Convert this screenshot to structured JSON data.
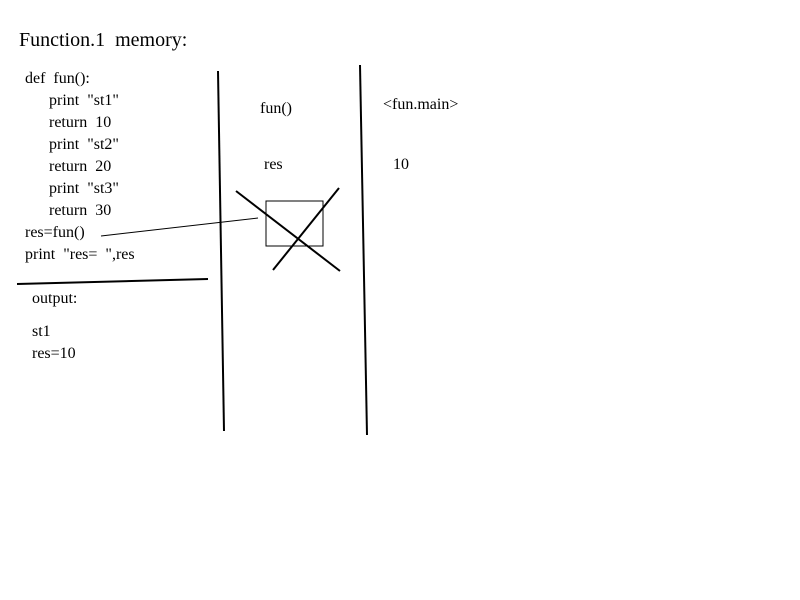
{
  "title": "Function.1  memory:",
  "code": {
    "lines": [
      "def  fun():",
      "      print  \"st1\"",
      "      return  10",
      "      print  \"st2\"",
      "      return  20",
      "      print  \"st3\"",
      "      return  30",
      "res=fun()",
      "print  \"res=  \",res"
    ]
  },
  "output": {
    "label": "output:",
    "lines": [
      "st1",
      "res=10"
    ]
  },
  "memory": {
    "frame_label": "fun()",
    "var_label": "res",
    "main_label": "<fun.main>",
    "value": "10"
  }
}
